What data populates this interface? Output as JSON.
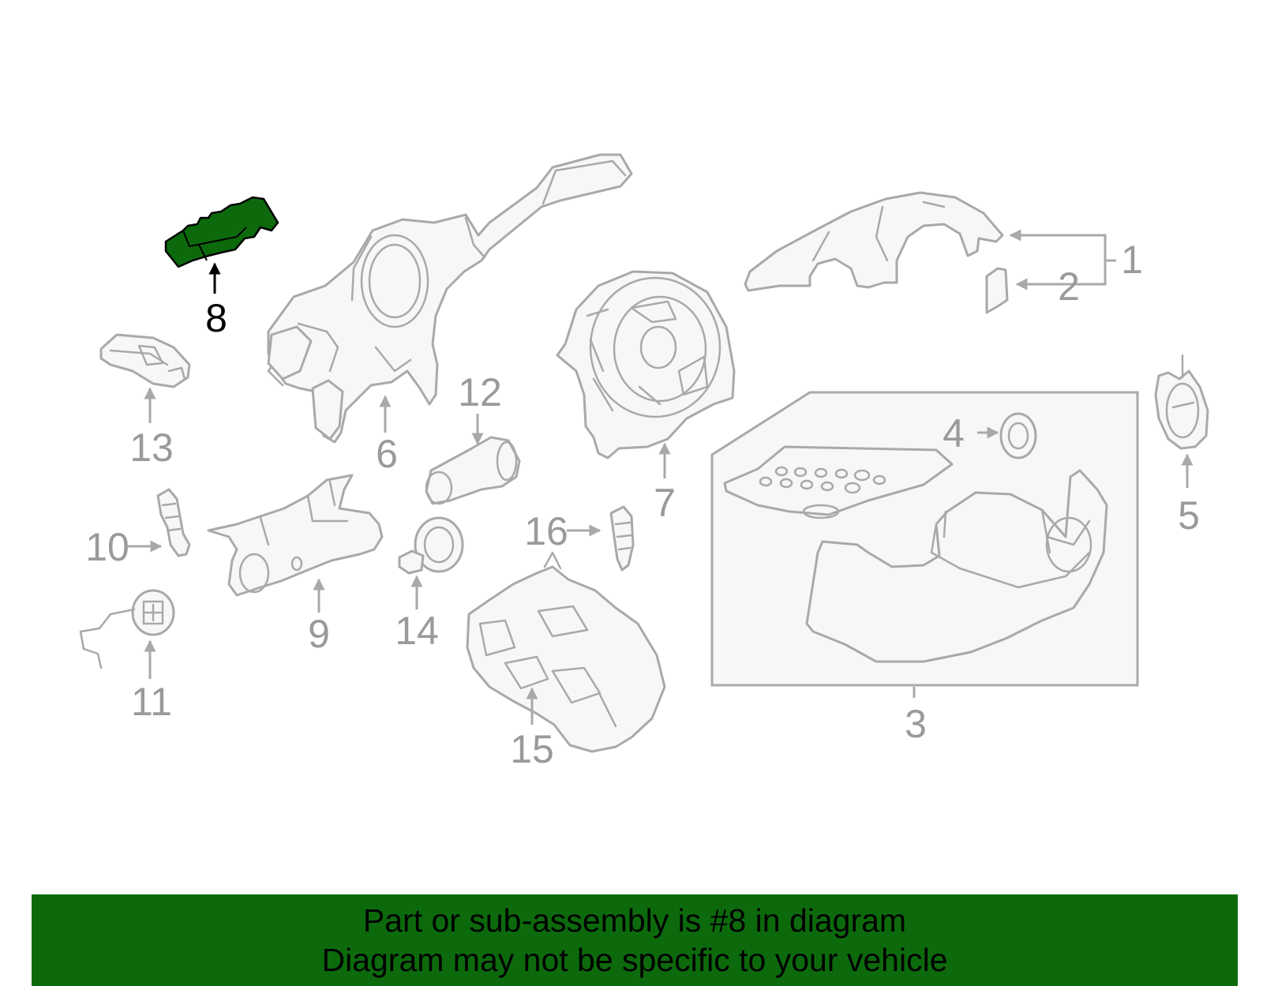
{
  "callouts": {
    "c1": "1",
    "c2": "2",
    "c3": "3",
    "c4": "4",
    "c5": "5",
    "c6": "6",
    "c7": "7",
    "c8": "8",
    "c9": "9",
    "c10": "10",
    "c11": "11",
    "c12": "12",
    "c13": "13",
    "c14": "14",
    "c15": "15",
    "c16": "16"
  },
  "highlight_color": "#0c6a0c",
  "banner": {
    "line1": "Part or sub-assembly is #8 in diagram",
    "line2": "Diagram may not be specific to your vehicle"
  }
}
